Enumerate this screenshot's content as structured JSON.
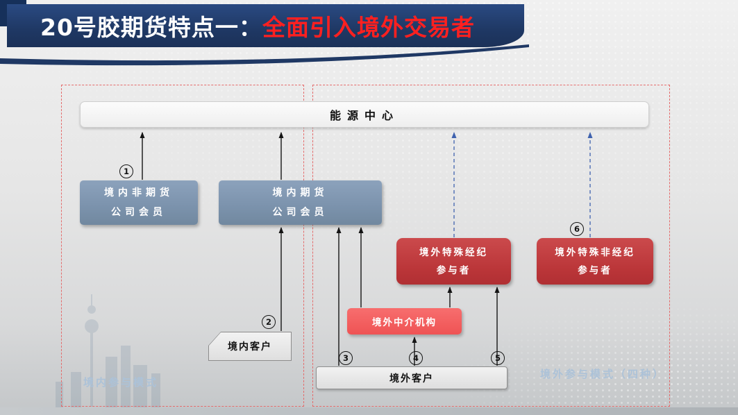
{
  "slide": {
    "title": {
      "prefix": "20号胶期货特点一：",
      "highlight": "全面引入境外交易者"
    }
  },
  "diagram": {
    "energy_center": "能源中心",
    "boxes": {
      "domestic_non_futures_member": "境内非期货\n公司会员",
      "domestic_futures_member": "境内期货\n公司会员",
      "overseas_special_brokerage": "境外特殊经纪\n参与者",
      "overseas_special_non_brokerage": "境外特殊非经纪\n参与者",
      "overseas_intermediary": "境外中介机构",
      "domestic_clients": "境内客户",
      "overseas_clients": "境外客户"
    },
    "mode_labels": {
      "domestic": "境内参与模式",
      "overseas": "境外参与模式（四种）"
    },
    "step_numbers": [
      "1",
      "2",
      "3",
      "4",
      "5",
      "6"
    ]
  },
  "colors": {
    "banner_navy": "#1F3864",
    "title_highlight_red": "#FF2020",
    "member_blue": "#7B92AC",
    "participant_red": "#BA3538",
    "intermediary_red": "#F15D5D",
    "frame_dashed_red": "#E46A6A",
    "dashed_arrow_blue": "#3F62AE",
    "mode_label_blue": "#ACC2D8"
  }
}
